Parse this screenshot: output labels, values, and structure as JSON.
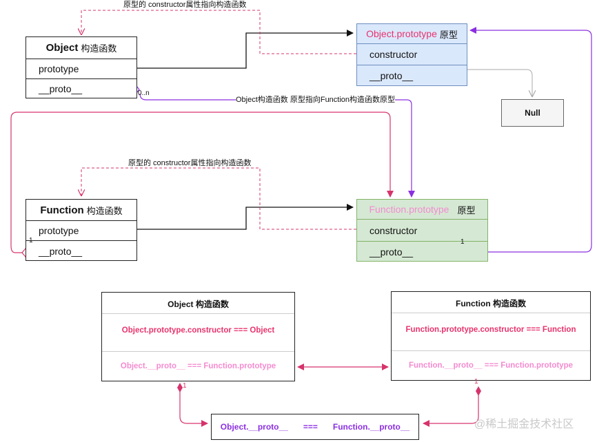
{
  "top_diagram": {
    "object_ctor": {
      "name": "Object",
      "suffix": "构造函数",
      "field1": "prototype",
      "field2": "__proto__"
    },
    "function_ctor": {
      "name": "Function",
      "suffix": "构造函数",
      "field1": "prototype",
      "field2": "__proto__"
    },
    "object_proto": {
      "name": "Object.prototype",
      "suffix": "原型",
      "field1": "constructor",
      "field2": "__proto__",
      "name_color": "#e8336d"
    },
    "function_proto": {
      "name": "Function.prototype",
      "suffix": "原型",
      "field1": "constructor",
      "field2": "__proto__",
      "name_color": "#f48bd0"
    },
    "null_label": "Null",
    "label_ctor_1": "原型的 constructor属性指向构造函数",
    "label_ctor_2": "原型的 constructor属性指向构造函数",
    "label_obj_to_func": "Object构造函数 原型指向Function构造函数原型",
    "mult_0n": "0..n",
    "mult_1_left": "1",
    "mult_1_right": "1"
  },
  "bottom_diagram": {
    "left": {
      "title": "Object 构造函数",
      "line1": "Object.prototype.constructor === Object",
      "line2": "Object.__proto__ === Function.prototype"
    },
    "right": {
      "title": "Function 构造函数",
      "line1": "Function.prototype.constructor === Function",
      "line2": "Function.__proto__ === Function.prototype"
    },
    "result": {
      "left_text": "Object.__proto__",
      "eq": "===",
      "right_text": "Function.__proto__"
    },
    "mult_left": "1",
    "mult_right": "1"
  },
  "colors": {
    "black_arrow": "#111111",
    "dashed_red": "#d6336c",
    "purple": "#8b2fe0",
    "red_line": "#d6336c",
    "gray": "#aaaaaa",
    "pink_strong": "#e8336d",
    "pink_light": "#f48bd0",
    "purple_text": "#8b2fe0"
  },
  "watermark": "@稀土掘金技术社区"
}
